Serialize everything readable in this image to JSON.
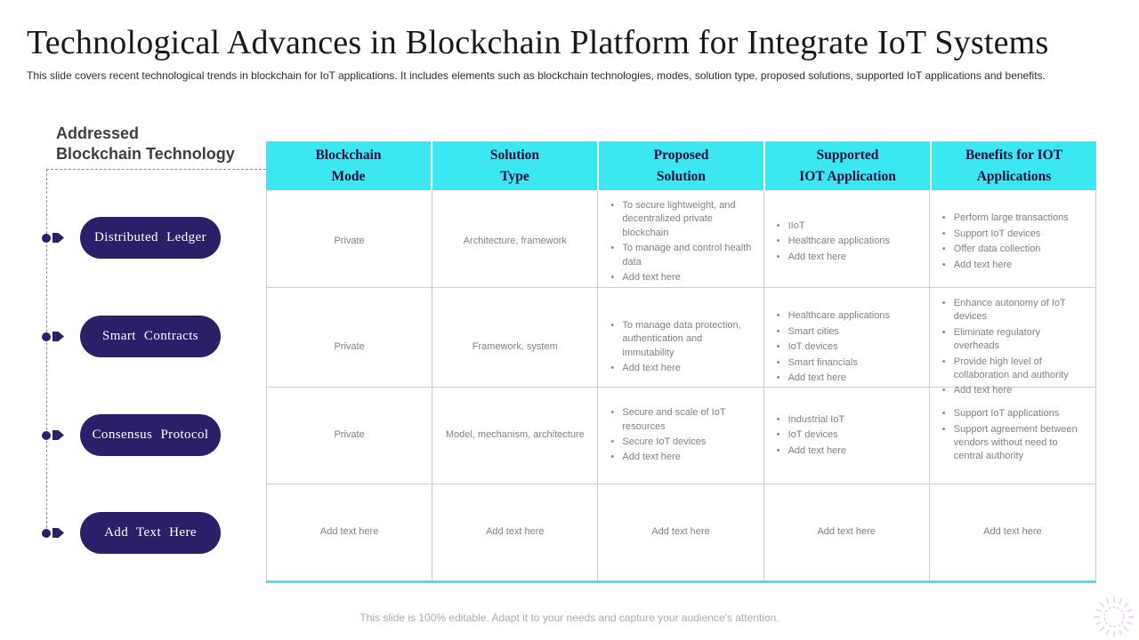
{
  "slide": {
    "title": "Technological Advances in Blockchain Platform for Integrate IoT Systems",
    "subtitle": "This slide covers recent technological trends in blockchain for IoT applications. It includes elements such as blockchain technologies, modes, solution type, proposed solutions, supported IoT applications and benefits.",
    "footer": "This slide is 100% editable. Adapt it to your needs and capture your audience's attention."
  },
  "left_panel": {
    "heading": "Addressed\nBlockchain Technology",
    "items": [
      {
        "label": "Distributed Ledger"
      },
      {
        "label": "Smart Contracts"
      },
      {
        "label": "Consensus Protocol"
      },
      {
        "label": "Add Text Here"
      }
    ]
  },
  "table": {
    "headers": [
      "Blockchain\nMode",
      "Solution\nType",
      "Proposed\nSolution",
      "Supported\nIOT Application",
      "Benefits for IOT\nApplications"
    ],
    "rows": [
      {
        "cells": [
          {
            "text": "Private"
          },
          {
            "text": "Architecture, framework"
          },
          {
            "bullets": [
              "To secure lightweight, and decentralized private blockchain",
              "To manage and control health data",
              "Add text here"
            ]
          },
          {
            "bullets": [
              "IIoT",
              "Healthcare applications",
              "Add text here"
            ]
          },
          {
            "bullets": [
              "Perform large transactions",
              "Support IoT devices",
              "Offer data collection",
              "Add text here"
            ]
          }
        ]
      },
      {
        "cells": [
          {
            "text": "Private"
          },
          {
            "text": "Framework, system"
          },
          {
            "bullets": [
              "To manage data protection, authentication and immutability",
              "Add text here"
            ]
          },
          {
            "bullets": [
              "Healthcare applications",
              "Smart cities",
              "IoT devices",
              "Smart financials",
              "Add text here"
            ]
          },
          {
            "bullets": [
              "Enhance autonomy of IoT devices",
              "Eliminate regulatory overheads",
              "Provide high level of collaboration and authority",
              "Add text here"
            ]
          }
        ]
      },
      {
        "cells": [
          {
            "text": "Private"
          },
          {
            "text": "Model, mechanism, architecture"
          },
          {
            "bullets": [
              "Secure and scale of IoT resources",
              "Secure IoT devices",
              "Add text here"
            ]
          },
          {
            "bullets": [
              "Industrial IoT",
              "IoT devices",
              "Add text here"
            ]
          },
          {
            "bullets": [
              "Support IoT applications",
              "Support agreement between vendors without need to central authority"
            ]
          }
        ]
      },
      {
        "cells": [
          {
            "text": "Add text here"
          },
          {
            "text": "Add text here"
          },
          {
            "text": "Add text here"
          },
          {
            "text": "Add text here"
          },
          {
            "text": "Add text here"
          }
        ]
      }
    ]
  },
  "colors": {
    "accent_cyan": "#3BE8F1",
    "pill_navy": "#2A1F69",
    "body_text_gray": "#808080",
    "grid_line": "#cdcdcd",
    "decoration_pink": "#d9a7e3"
  }
}
